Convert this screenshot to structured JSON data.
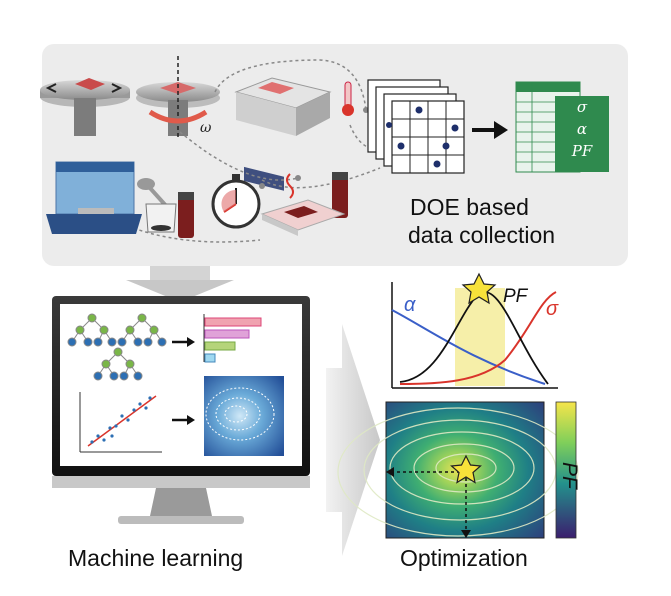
{
  "labels": {
    "doe_line1": "DOE based",
    "doe_line2": "data collection",
    "machine_learning": "Machine learning",
    "optimization": "Optimization"
  },
  "sheet_symbols": [
    "σ",
    "α",
    "PF"
  ],
  "plot_labels": {
    "alpha": "α",
    "pf": "PF",
    "sigma": "σ"
  },
  "colorbar_label": "PF",
  "colors": {
    "panel": "#ececec",
    "alpha_curve": "#3a5fc8",
    "sigma_curve": "#d9342b",
    "highlight": "#f5ec9a",
    "star": "#f7e23a",
    "sheet_green": "#2f8a4e",
    "tree_green": "#7ab648",
    "tree_blue": "#2d6fb3"
  },
  "icons": [
    "rotating-stage-icon",
    "spin-coater-icon",
    "hot-plate-icon",
    "thermometer-icon",
    "doe-grid-icon",
    "arrow-right-icon",
    "spreadsheet-icon",
    "balance-icon",
    "spoon-icon",
    "beaker-icon",
    "vial-icon",
    "stopwatch-icon",
    "heater-plate-icon",
    "monitor-icon",
    "decision-tree-icon",
    "bar-chart-icon",
    "scatter-plot-icon",
    "contour-plot-icon",
    "star-icon"
  ]
}
